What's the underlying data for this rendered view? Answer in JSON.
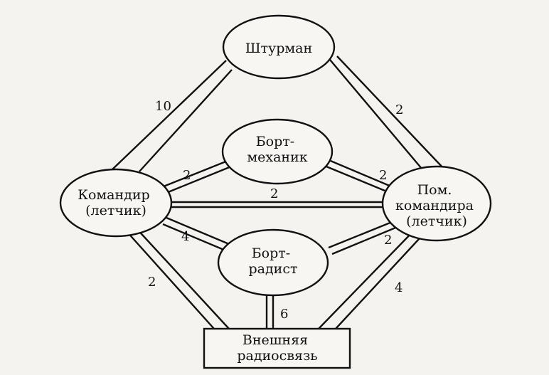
{
  "nodes": {
    "navigator": {
      "lines": [
        "Штурман"
      ]
    },
    "flight_engineer": {
      "lines": [
        "Борт-",
        "механик"
      ]
    },
    "commander": {
      "lines": [
        "Командир",
        "(летчик)"
      ]
    },
    "copilot": {
      "lines": [
        "Пом.",
        "командира",
        "(летчик)"
      ]
    },
    "radio_operator": {
      "lines": [
        "Борт-",
        "радист"
      ]
    },
    "external_radio": {
      "lines": [
        "Внешняя",
        "радиосвязь"
      ]
    }
  },
  "edges": {
    "commander_navigator": "10",
    "navigator_copilot": "2",
    "commander_flight_engineer": "2",
    "flight_engineer_copilot": "2",
    "commander_copilot": "2",
    "commander_radio_operator": "4",
    "radio_operator_copilot": "2",
    "commander_external_radio": "2",
    "radio_operator_external_radio": "6",
    "copilot_external_radio": "4"
  },
  "colors": {
    "line": "#111111",
    "background": "#f4f3ef",
    "node_fill": "#f7f6f2"
  }
}
